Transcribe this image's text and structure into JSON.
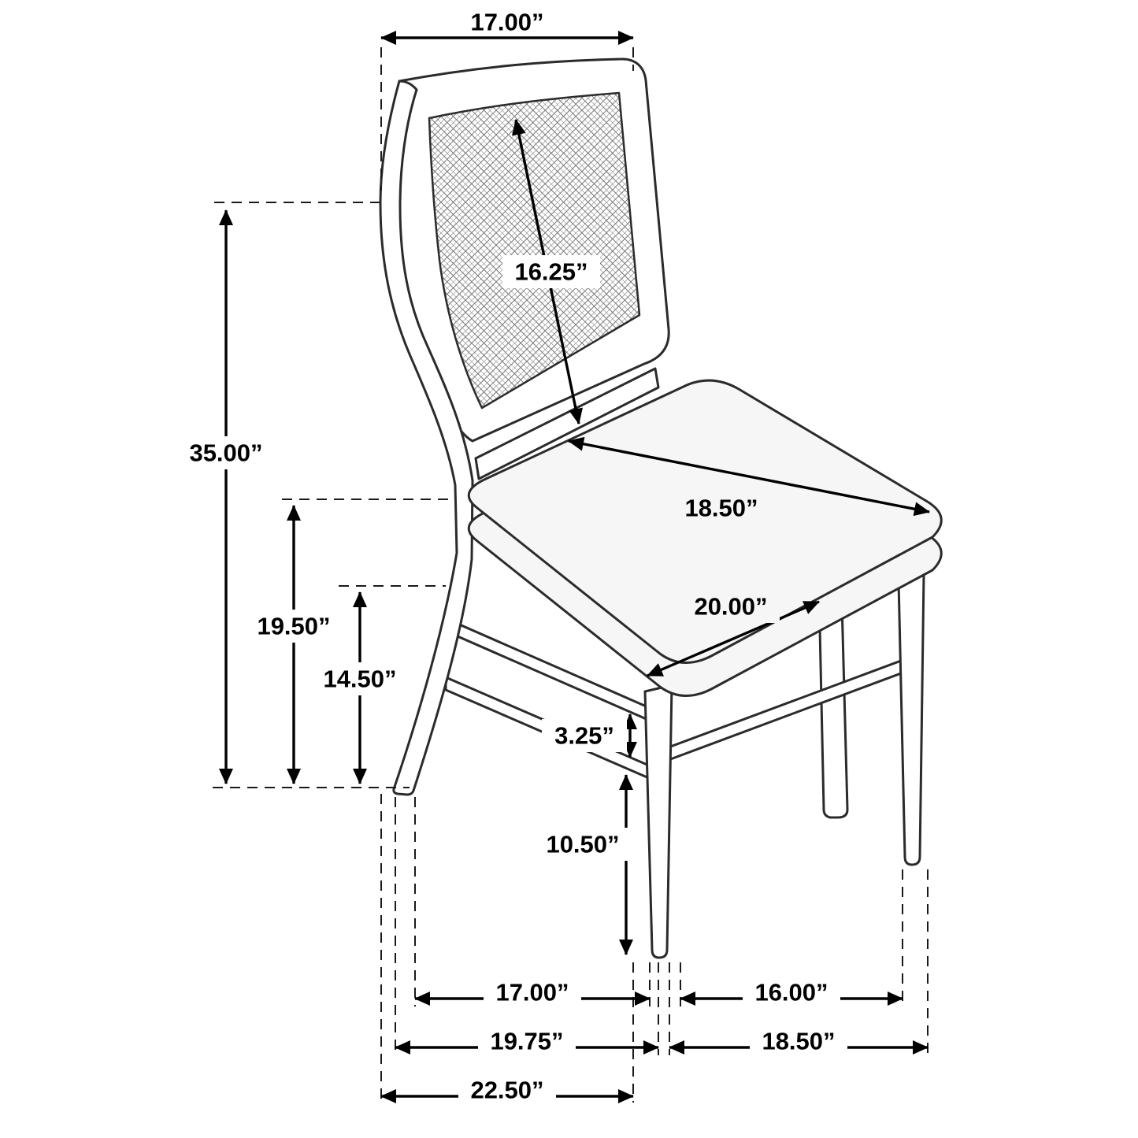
{
  "dimensions": {
    "top_back_width": "17.00”",
    "back_panel_diag": "16.25”",
    "overall_height": "35.00”",
    "seat_back_height": "19.50”",
    "seat_frame_height": "14.50”",
    "seat_depth": "18.50”",
    "seat_width": "20.00”",
    "stretcher_gap": "3.25”",
    "stretcher_clearance": "10.50”",
    "front_leg_span": "17.00”",
    "side_leg_span": "16.00”",
    "base_depth": "19.75”",
    "base_side_depth": "18.50”",
    "overall_depth": "22.50”"
  }
}
